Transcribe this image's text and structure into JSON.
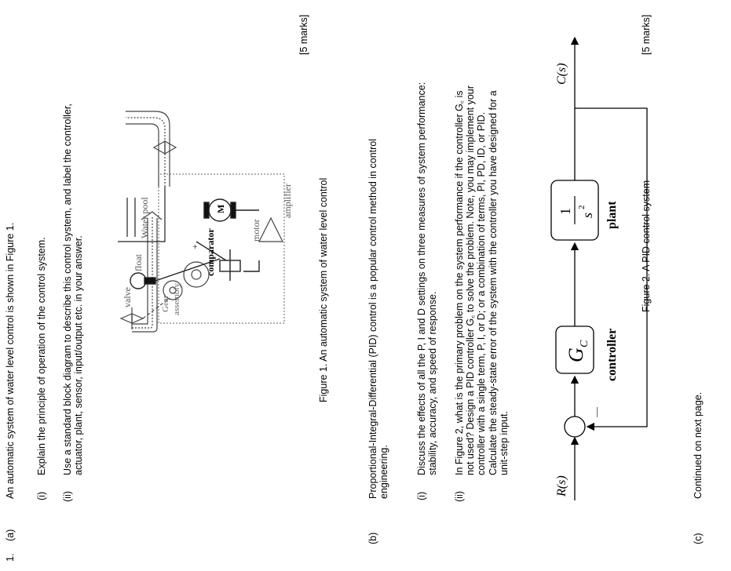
{
  "question": {
    "number": "1.",
    "part_a": {
      "label": "(a)",
      "text": "An automatic system of water level control is shown in Figure 1.",
      "items": [
        {
          "label": "(i)",
          "text": "Explain the principle of operation of the control system."
        },
        {
          "label": "(ii)",
          "text": "Use a standard block diagram to describe this control system, and label the controller, actuator, plant, sensor, input/output etc. in your answer."
        }
      ],
      "marks": "[5 marks]",
      "figure1": {
        "caption": "Figure 1.  An automatic system of water level control",
        "labels": {
          "valve_left": "valve",
          "gear": "Gear",
          "assembly": "assembly",
          "comparator": "comparator",
          "motor": "motor",
          "motor_symbol": "M",
          "amplifier": "amplifier",
          "float": "float",
          "water_pool": "Water pool",
          "plus": "+"
        }
      }
    },
    "part_b": {
      "label": "(b)",
      "text": "Proportional-Integral-Differential (PID) control is a popular control method in control engineering.",
      "items": [
        {
          "label": "(i)",
          "text": "Discuss the effects of all the P, I and D settings on three measures of system performance: stability, accuracy, and speed of response."
        },
        {
          "label": "(ii)",
          "text": "In Figure 2, what is the primary problem on the system performance if the controller G꜀ is not used? Design a PID controller G꜀ to solve the problem. Note, you may implement your controller with a single term, P, I, or D; or a combination of terms, PI, PD, ID, or PID. Calculate the steady-state error of the system with the controller you have designed for a unit-step input."
        }
      ],
      "marks": "[5 marks]",
      "figure2": {
        "caption": "Figure 2.  A PID control system",
        "input": "R(s)",
        "output": "C(s)",
        "minus": "—",
        "controller_symbol": "G",
        "controller_sub": "C",
        "controller_label": "controller",
        "plant_num": "1",
        "plant_den": "s",
        "plant_exp": "2",
        "plant_label": "plant"
      }
    },
    "part_c": {
      "label": "(c)",
      "text": "Continued on next page."
    }
  }
}
